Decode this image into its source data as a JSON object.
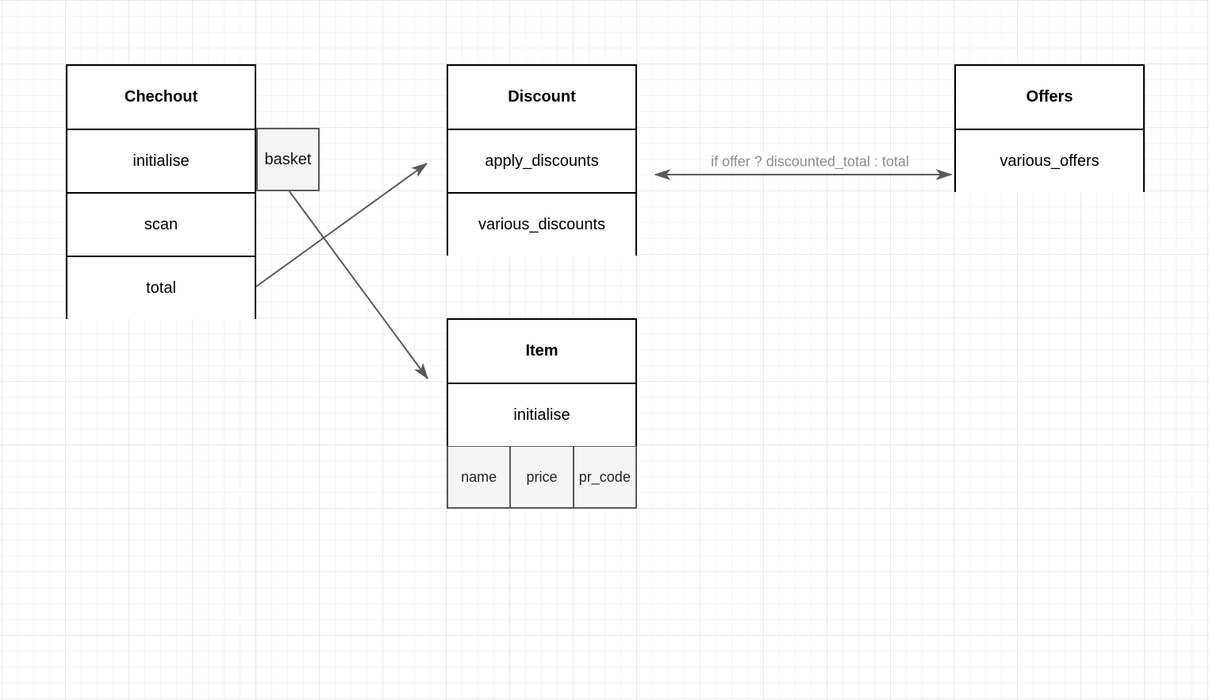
{
  "classes": {
    "checkout": {
      "title": "Chechout",
      "rows": [
        "initialise",
        "scan",
        "total"
      ],
      "attached": "basket"
    },
    "discount": {
      "title": "Discount",
      "rows": [
        "apply_discounts",
        "various_discounts"
      ]
    },
    "offers": {
      "title": "Offers",
      "rows": [
        "various_offers"
      ]
    },
    "item": {
      "title": "Item",
      "rows": [
        "initialise"
      ],
      "fields": [
        "name",
        "price",
        "pr_code"
      ]
    }
  },
  "edges": {
    "discount_offers_label": "if offer ? discounted_total : total"
  },
  "colors": {
    "box_border": "#000000",
    "box_fill": "#ffffff",
    "attached_cell_fill": "#f5f5f5",
    "attached_cell_border": "#595959",
    "arrow_stroke": "#595959",
    "edge_label_text": "#8c8c8c",
    "grid_minor": "#f5f5f5",
    "grid_major": "#e9e9e9",
    "text": "#000000"
  }
}
